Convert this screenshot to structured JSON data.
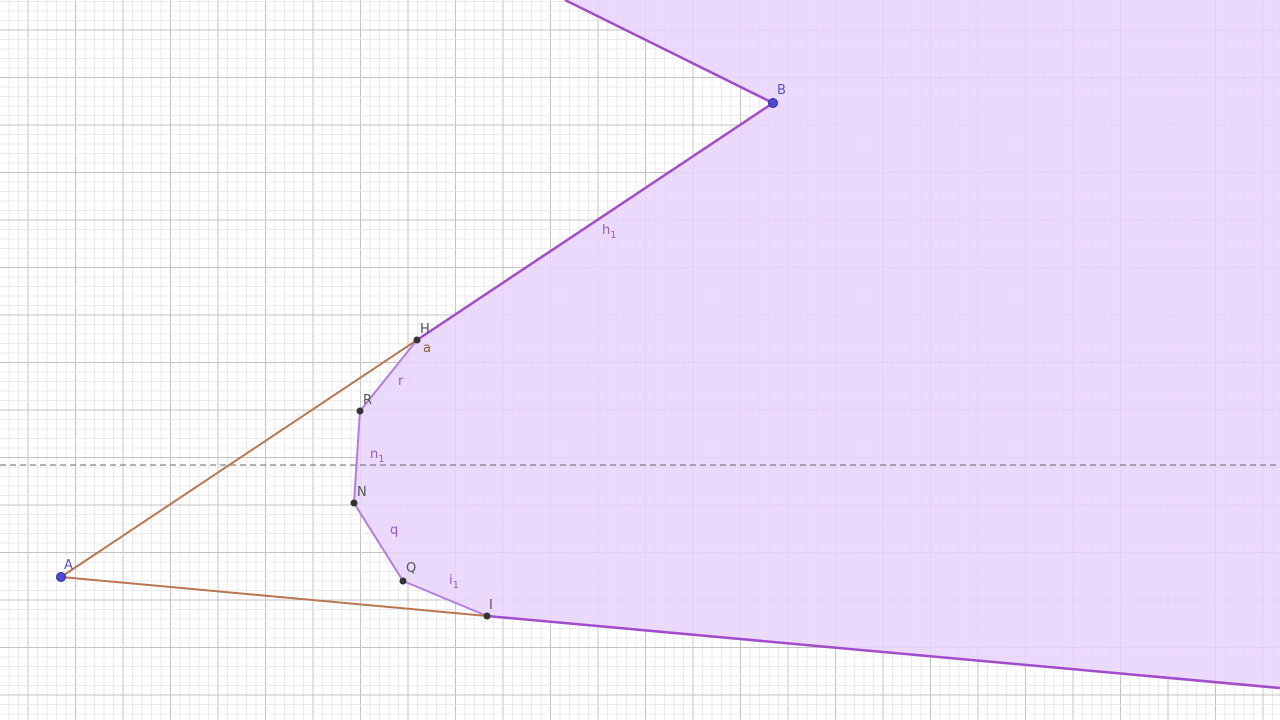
{
  "colors": {
    "background": "#ffffff",
    "grid_minor": "#e6e6e6",
    "grid_major": "#c4c4c4",
    "region_fill": "#e8d4fb",
    "region_stroke": "#a24ccc",
    "polyline": "#b57be8",
    "segments": "#b8774f",
    "free_point": "#4a4ad6",
    "dependent_point": "#333333",
    "point_label": "#555555",
    "free_label": "#5555cc",
    "line_label": "#9b59d0",
    "segment_label": "#8b5a2b",
    "dashed_axis": "#666666"
  },
  "points": {
    "A": "A",
    "B": "B",
    "H": "H",
    "R": "R",
    "N": "N",
    "Q": "Q",
    "I": "I"
  },
  "lines": {
    "h1_base": "h",
    "h1_sub": "1",
    "n1_base": "n",
    "n1_sub": "1",
    "i1_base": "i",
    "i1_sub": "1",
    "r": "r",
    "q": "q",
    "a": "a"
  }
}
